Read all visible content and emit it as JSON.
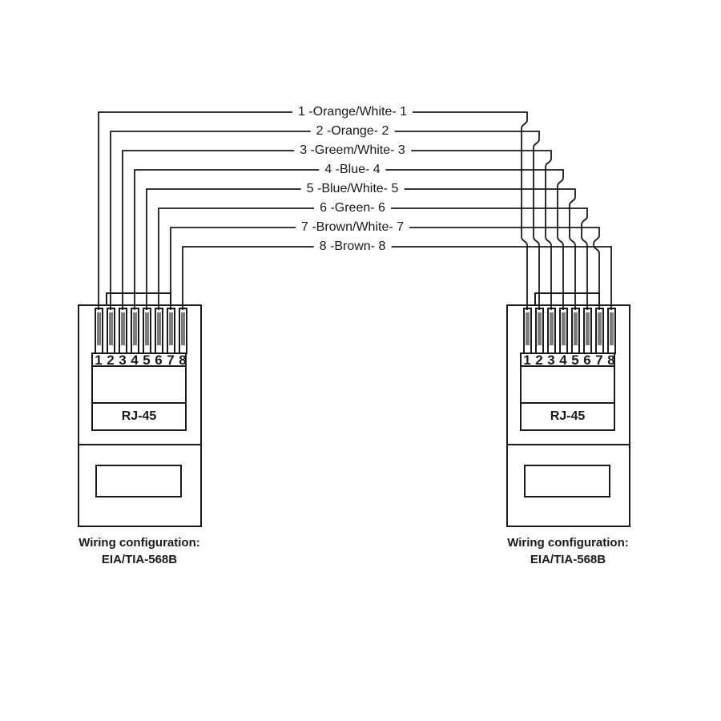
{
  "diagram": {
    "wire_labels": [
      "1 -Orange/White- 1",
      "2 -Orange- 2",
      "3 -Greem/White- 3",
      "4 -Blue- 4",
      "5 -Blue/White- 5",
      "6 -Green- 6",
      "7 -Brown/White- 7",
      "8 -Brown- 8"
    ],
    "connectors": [
      {
        "side": "left",
        "pin_numbers": [
          "1",
          "2",
          "3",
          "4",
          "5",
          "6",
          "7",
          "8"
        ],
        "name": "RJ-45",
        "caption_line1": "Wiring configuration:",
        "caption_line2": "EIA/TIA-568B"
      },
      {
        "side": "right",
        "pin_numbers": [
          "1",
          "2",
          "3",
          "4",
          "5",
          "6",
          "7",
          "8"
        ],
        "name": "RJ-45",
        "caption_line1": "Wiring configuration:",
        "caption_line2": "EIA/TIA-568B"
      }
    ],
    "colors": {
      "line": "#1a1a1a",
      "pin_contact": "#7d7d7d",
      "background": "#ffffff"
    }
  }
}
